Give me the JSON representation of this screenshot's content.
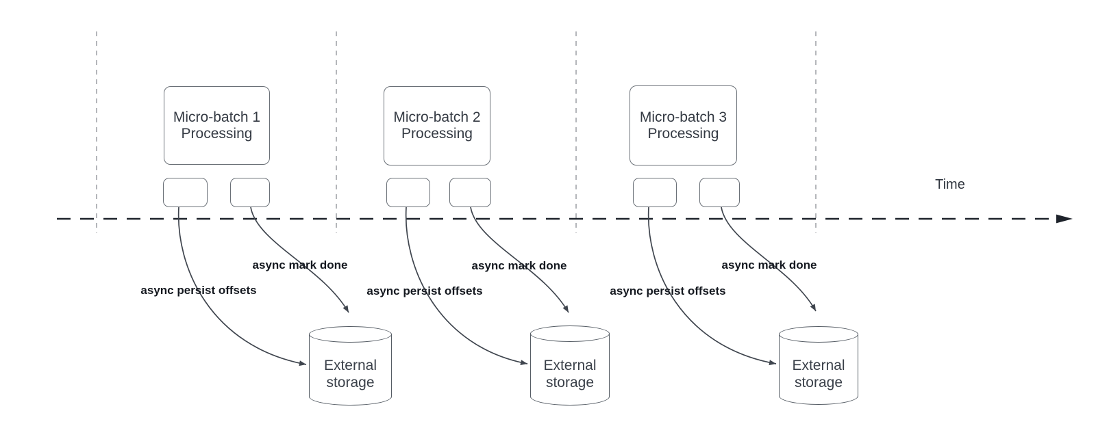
{
  "diagram": {
    "title_semantics": "micro-batch async progress tracking over time",
    "time_axis": {
      "label": "Time"
    },
    "groups": [
      {
        "box_label": "Micro-batch 1 Processing",
        "persist_label": "async persist offsets",
        "done_label": "async mark done",
        "storage_label": "External storage"
      },
      {
        "box_label": "Micro-batch 2 Processing",
        "persist_label": "async persist offsets",
        "done_label": "async mark done",
        "storage_label": "External storage"
      },
      {
        "box_label": "Micro-batch 3 Processing",
        "persist_label": "async persist offsets",
        "done_label": "async mark done",
        "storage_label": "External storage"
      }
    ],
    "colors": {
      "background": "#ffffff",
      "box_border": "#6a7077",
      "cylinder_border": "#555c64",
      "arrow_stroke": "#3f454e",
      "timeline_stroke": "#1e232b",
      "lane_divider": "#b4b6ba",
      "box_text": "#343a43",
      "bold_label_text": "#14181f"
    }
  }
}
